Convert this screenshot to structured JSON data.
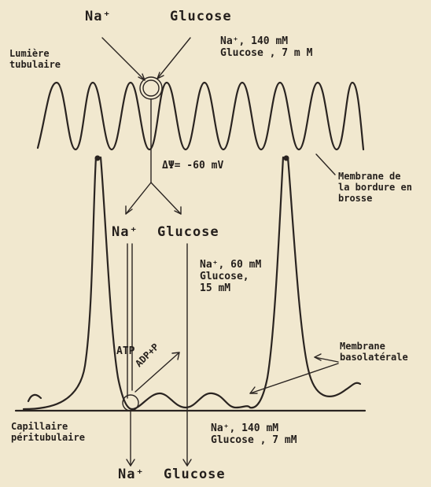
{
  "labels": {
    "na_top": "Na⁺",
    "glucose_top": "Glucose",
    "lumen_conc": "Na⁺, 140 mM\nGlucose , 7 m M",
    "lumen": "Lumière\ntubulaire",
    "potential": "ΔΨ= -60 mV",
    "brush_border": "Membrane de\nla bordure en\nbrosse",
    "na_mid": "Na⁺",
    "glucose_mid": "Glucose",
    "cell_conc": "Na⁺, 60 mM\nGlucose,\n   15 mM",
    "atp": "ATP",
    "adp": "ADP+P",
    "basolateral": "Membrane\nbasolatérale",
    "capillary": "Capillaire\npéritubulaire",
    "blood_conc": "Na⁺, 140 mM\nGlucose , 7 mM",
    "na_bottom": "Na⁺",
    "glucose_bottom": "Glucose"
  },
  "colors": {
    "ink": "#2a2421",
    "paper": "#f1e8cf"
  }
}
